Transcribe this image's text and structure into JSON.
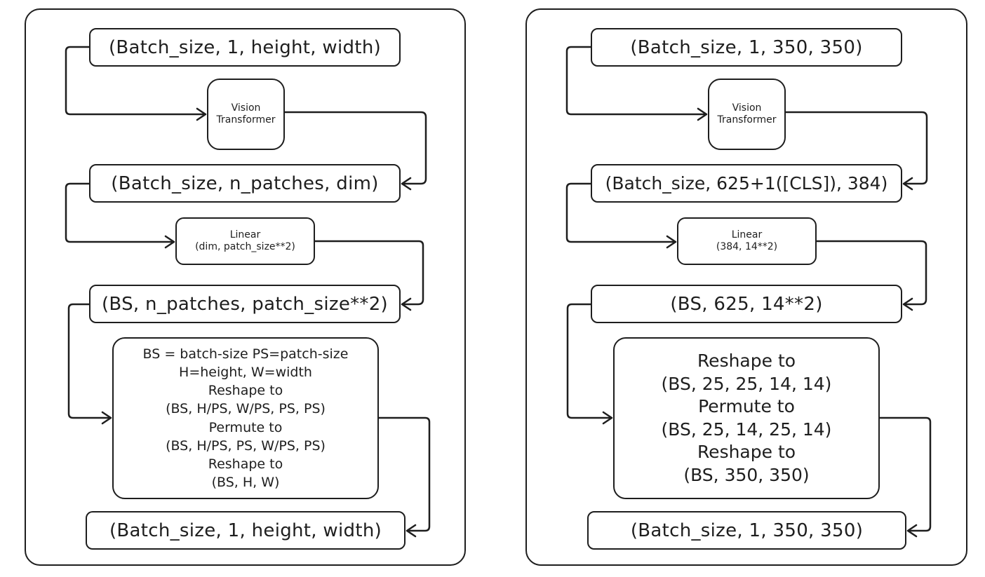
{
  "left": {
    "input_shape": "(Batch_size, 1, height, width)",
    "vit": [
      "Vision",
      "Transformer"
    ],
    "vit_out_shape": "(Batch_size, n_patches, dim)",
    "linear": [
      "Linear",
      "(dim, patch_size**2)"
    ],
    "linear_out_shape": "(BS, n_patches, patch_size**2)",
    "reshape": [
      "BS = batch-size PS=patch-size",
      "H=height, W=width",
      "Reshape to",
      "(BS, H/PS, W/PS, PS, PS)",
      "Permute to",
      "(BS, H/PS, PS, W/PS, PS)",
      "Reshape to",
      "(BS, H, W)"
    ],
    "output_shape": "(Batch_size, 1, height, width)"
  },
  "right": {
    "input_shape": "(Batch_size, 1, 350, 350)",
    "vit": [
      "Vision",
      "Transformer"
    ],
    "vit_out_shape": "(Batch_size, 625+1([CLS]), 384)",
    "linear": [
      "Linear",
      "(384, 14**2)"
    ],
    "linear_out_shape": "(BS, 625, 14**2)",
    "reshape": [
      "Reshape to",
      "(BS, 25, 25, 14, 14)",
      "Permute to",
      "(BS, 25, 14, 25, 14)",
      "Reshape to",
      "(BS, 350, 350)"
    ],
    "output_shape": "(Batch_size, 1, 350, 350)"
  }
}
